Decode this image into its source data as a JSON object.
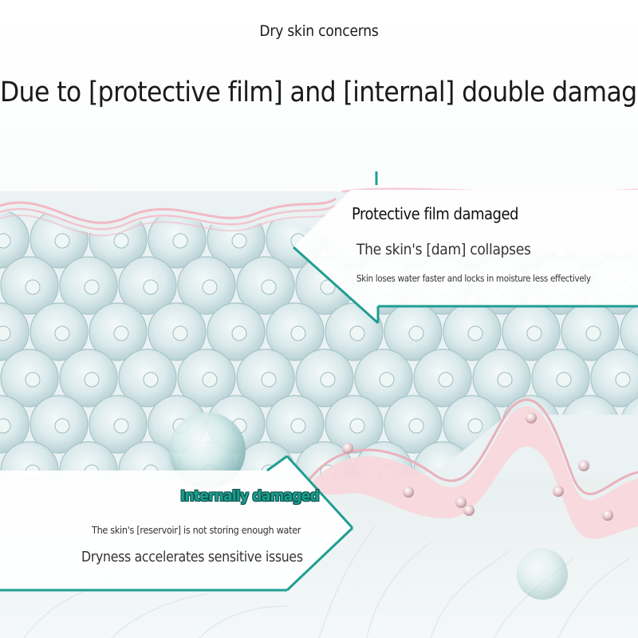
{
  "header": {
    "eyebrow": "Dry skin concerns",
    "headline": "Due to [protective film] and [internal] double damage"
  },
  "callout_protective": {
    "title": "Protective film damaged",
    "subtitle": "The skin's [dam] collapses",
    "detail": "Skin loses water faster and locks in moisture less effectively"
  },
  "callout_internal": {
    "title": "Internally damaged",
    "subtitle": "The skin's [reservoir] is not storing enough water",
    "detail": "Dryness accelerates sensitive issues"
  },
  "colors": {
    "accent_teal": "#1f9e92",
    "film_pink": "#f2b9c4",
    "cell_blue": "#cfe3e6",
    "headline_text": "#1a1a1a"
  }
}
